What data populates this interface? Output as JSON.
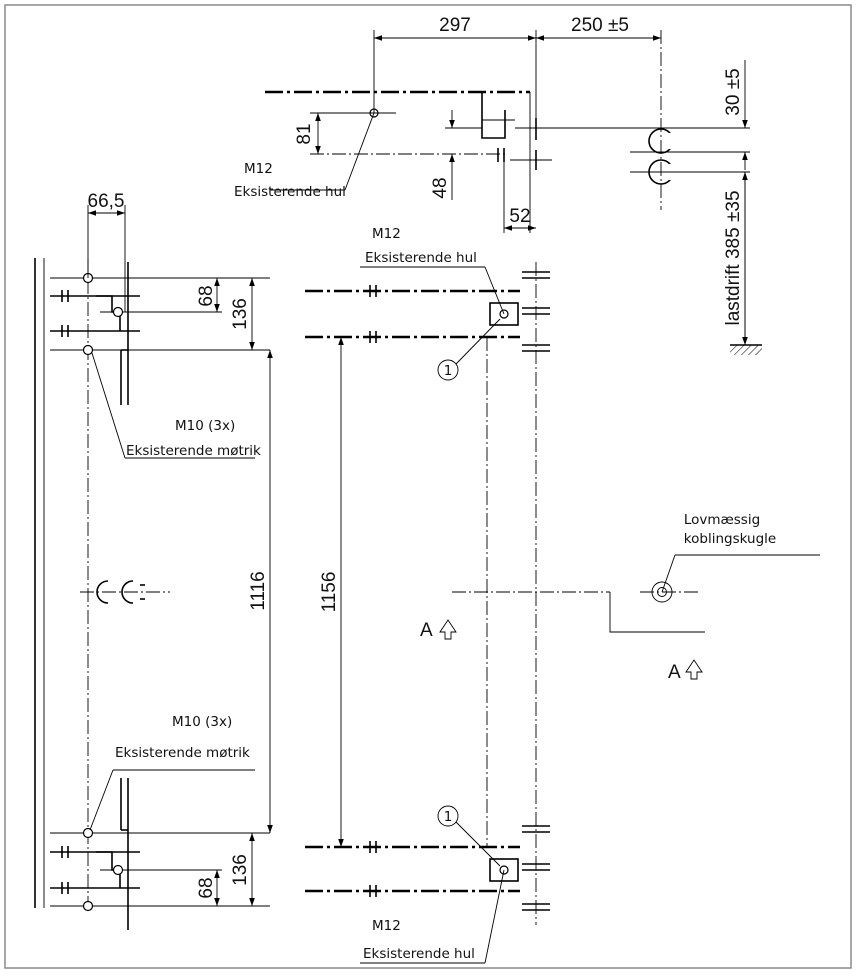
{
  "dimensions": {
    "d297": "297",
    "d250": "250 ±5",
    "d30": "30 ±5",
    "d81": "81",
    "d48": "48",
    "d52": "52",
    "d385": "lastdrift 385 ±35",
    "d66": "66,5",
    "d68_top": "68",
    "d136_top": "136",
    "d1116": "1116",
    "d1156": "1156",
    "d136_bot": "136",
    "d68_bot": "68"
  },
  "labels": {
    "m12_top": "M12",
    "hole_top": "Eksisterende hul",
    "m12_mid": "M12",
    "hole_mid": "Eksisterende hul",
    "m10_top": "M10 (3x)",
    "nut_top": "Eksisterende møtrik",
    "m10_bot": "M10 (3x)",
    "nut_bot": "Eksisterende møtrik",
    "m12_bot": "M12",
    "hole_bot": "Eksisterende hul",
    "ball_line1": "Lovmæssig",
    "ball_line2": "koblingskugle",
    "section_a": "A",
    "section_a2": "A",
    "callout_1a": "1",
    "callout_1b": "1"
  }
}
